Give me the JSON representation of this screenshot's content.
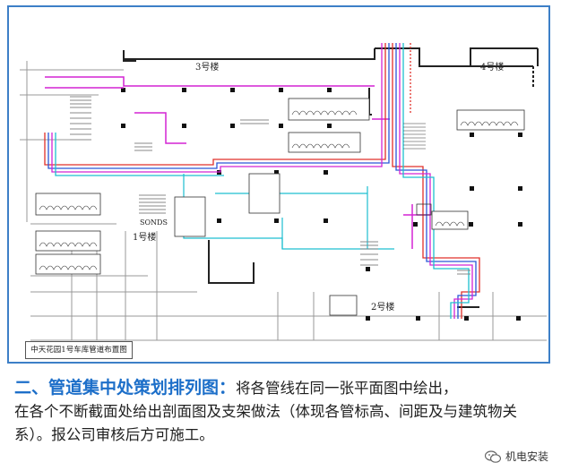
{
  "plan": {
    "caption": "中天花园1号车库管道布置图",
    "building_labels": [
      "3号楼",
      "4号楼",
      "1号楼",
      "2号楼"
    ],
    "note": "SONDS"
  },
  "article": {
    "heading": "二、管道集中处策划排列图：",
    "body_line1": "将各管线在同一张平面图中绘出，",
    "body_rest": "在各个不断截面处给出剖面图及支架做法（体现各管标高、间距及与建筑物关系）。报公司审核后方可施工。"
  },
  "watermark": {
    "text": "机电安装",
    "icon": "wechat-icon"
  },
  "colors": {
    "accent": "#1d6fc9",
    "frame": "#3d7fc7",
    "pipe_red": "#e0302a",
    "pipe_blue": "#2a56d8",
    "pipe_magenta": "#d424d4",
    "pipe_cyan": "#1dbfd0",
    "wall": "#222222"
  }
}
